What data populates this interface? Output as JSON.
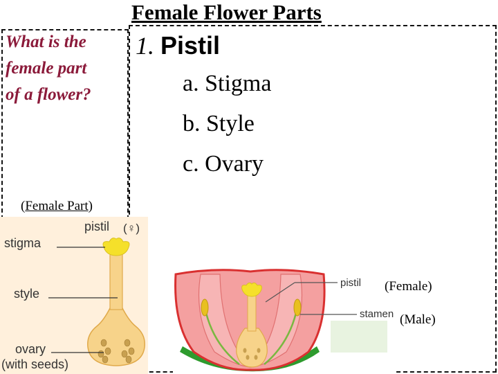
{
  "title": "Female Flower Parts",
  "question": {
    "line1": "What is the",
    "line2": "female part",
    "line3": "of a flower?"
  },
  "outline": {
    "item_number": "1.",
    "item_label": "Pistil",
    "subitems": [
      "a. Stigma",
      "b. Style",
      "c. Ovary"
    ]
  },
  "diagram_pistil": {
    "caption_open": "(",
    "caption_text": "Female Part",
    "caption_close": ")",
    "header": "pistil",
    "symbol": "(♀)",
    "labels": {
      "stigma": "stigma",
      "style": "style",
      "ovary": "ovary",
      "with_seeds": "(with seeds)"
    },
    "colors": {
      "background": "#fff0dc",
      "pistil_body": "#f7d38a",
      "stigma": "#f5e02a",
      "seeds": "#c8a050"
    }
  },
  "diagram_flower": {
    "labels": {
      "pistil": "pistil",
      "stamen": "stamen"
    },
    "side_labels": {
      "female": "(Female)",
      "male": "(Male)"
    },
    "colors": {
      "petal": "#f4a0a0",
      "petal_edge": "#d93030",
      "sepal": "#2e9b2e",
      "stamen": "#e8c020"
    }
  }
}
